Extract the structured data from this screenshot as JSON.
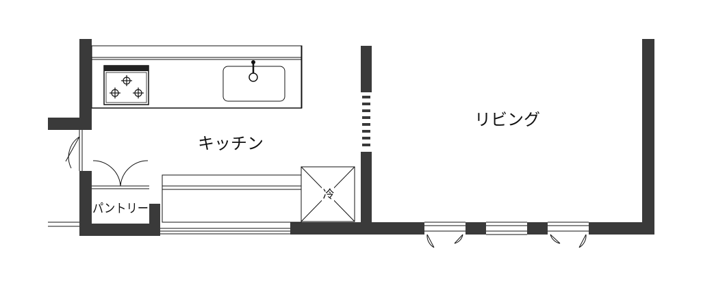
{
  "rooms": {
    "kitchen": "キッチン",
    "living": "リビング",
    "pantry": "パントリー"
  },
  "appliances": {
    "fridge": "冷"
  },
  "colors": {
    "wall": "#3a3a3a",
    "line": "#111111",
    "background": "#ffffff"
  }
}
